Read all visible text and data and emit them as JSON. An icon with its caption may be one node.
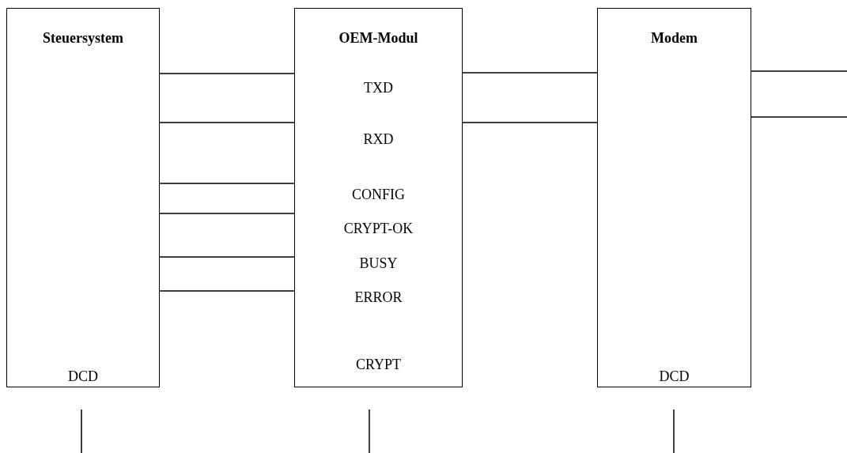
{
  "diagram": {
    "nodes": [
      {
        "text": [
          "Steuersystem",
          "DCD"
        ]
      },
      {
        "text": [
          "OEM-Modul",
          "TXD",
          "RXD",
          "CONFIG",
          "CRYPT-OK",
          "BUSY",
          "ERROR",
          "CRYPT"
        ]
      },
      {
        "text": [
          "Modem",
          "DCD"
        ]
      }
    ],
    "edges": [
      {
        "from": 0,
        "to": 1,
        "arrow": "none"
      },
      {
        "from": 0,
        "to": 1,
        "arrow": "none"
      },
      {
        "from": 0,
        "to": 1,
        "arrow": "none"
      },
      {
        "from": 0,
        "to": 1,
        "arrow": "none"
      },
      {
        "from": 0,
        "to": 1,
        "arrow": "none"
      },
      {
        "from": 0,
        "to": 1,
        "arrow": "none"
      },
      {
        "from": 1,
        "to": 2,
        "arrow": "none"
      },
      {
        "from": 1,
        "to": 2,
        "arrow": "none"
      },
      {
        "from": 2,
        "to": null,
        "arrow": "none"
      },
      {
        "from": 2,
        "to": null,
        "arrow": "none"
      }
    ]
  }
}
